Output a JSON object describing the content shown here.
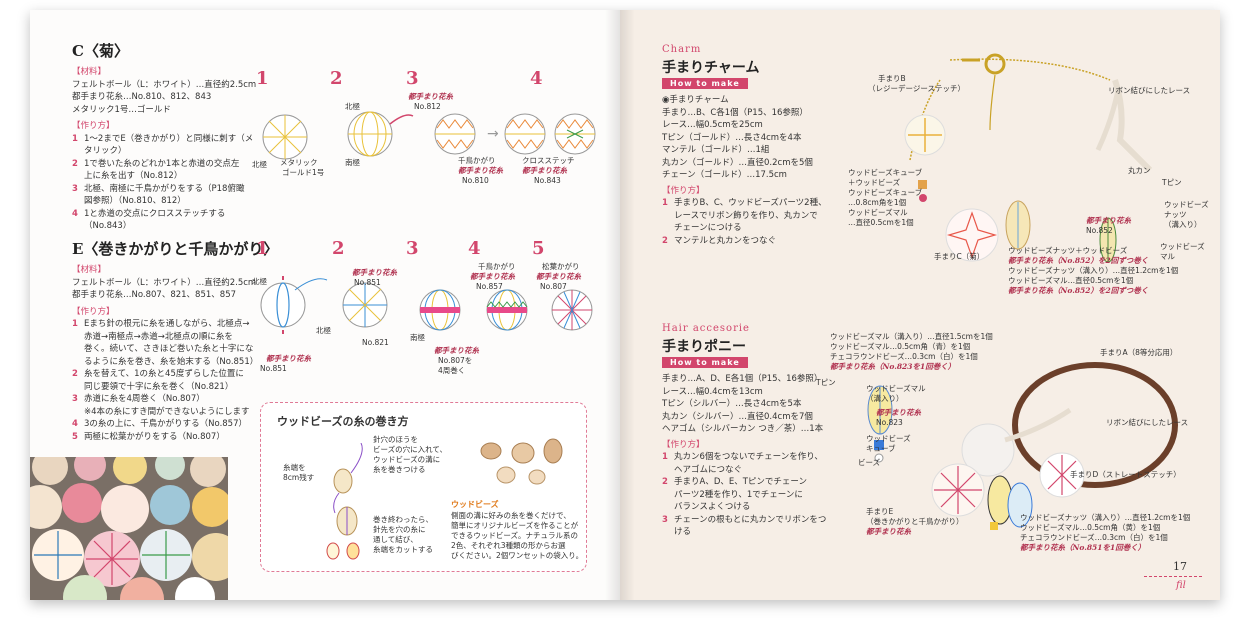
{
  "left": {
    "c": {
      "title": "C〈菊〉",
      "materials_label": "【材料】",
      "materials": [
        "フェルトボール（L：ホワイト）…直径約2.5cm",
        "都手まり花糸…No.810、812、843",
        "メタリック1号…ゴールド"
      ],
      "method_label": "【作り方】",
      "steps": [
        {
          "n": "1",
          "lines": [
            "1〜2までE（巻きかがり）と同様に刺す（メ",
            "タリック）"
          ]
        },
        {
          "n": "2",
          "lines": [
            "1で巻いた糸のどれか1本と赤道の交点左",
            "上に糸を出す（No.812）"
          ]
        },
        {
          "n": "3",
          "lines": [
            "北極、南極に千鳥かがりをする（P18俯瞰",
            "図参照）（No.810、812）"
          ]
        },
        {
          "n": "4",
          "lines": [
            "1と赤道の交点にクロスステッチする",
            "（No.843）"
          ]
        }
      ]
    },
    "e": {
      "title": "E〈巻きかがりと千鳥かがり〉",
      "materials_label": "【材料】",
      "materials": [
        "フェルトボール（L：ホワイト）…直径約2.5cm",
        "都手まり花糸…No.807、821、851、857"
      ],
      "method_label": "【作り方】",
      "steps": [
        {
          "n": "1",
          "lines": [
            "Eまち針の根元に糸を通しながら、北極点→",
            "赤道→南極点→赤道→北極点の順に糸を",
            "巻く。続いて、さきほど巻いた糸と十字にな",
            "るように糸を巻き、糸を始末する（No.851）"
          ]
        },
        {
          "n": "2",
          "lines": [
            "糸を替えて、1の糸と45度ずらした位置に",
            "同じ要領で十字に糸を巻く（No.821）"
          ]
        },
        {
          "n": "3",
          "lines": [
            "赤道に糸を4周巻く（No.807）",
            "※4本の糸にすき間ができないようにします"
          ]
        },
        {
          "n": "4",
          "lines": [
            "3の糸の上に、千鳥かがりする（No.857）"
          ]
        },
        {
          "n": "5",
          "lines": [
            "両極に松葉かがりをする（No.807）"
          ]
        }
      ]
    },
    "diagrams_c": {
      "nums": [
        "1",
        "2",
        "3",
        "4"
      ],
      "labels": [
        "北極",
        "メタリック",
        "ゴールド1号",
        "北極",
        "南極",
        "都手まり花糸",
        "No.812",
        "千鳥かがり",
        "都手まり花糸",
        "No.810",
        "クロスステッチ",
        "都手まり花糸",
        "No.843"
      ]
    },
    "diagrams_e": {
      "nums": [
        "1",
        "2",
        "3",
        "4",
        "5"
      ],
      "labels": [
        "北極",
        "都手まり花糸",
        "No.851",
        "都手まり花糸",
        "No.851",
        "北極",
        "No.821",
        "南極",
        "千鳥かがり",
        "都手まり花糸",
        "No.857",
        "松葉かがり",
        "都手まり花糸",
        "No.807",
        "都手まり花糸",
        "No.807を",
        "4周巻く"
      ]
    },
    "tip": {
      "title": "ウッドビーズの糸の巻き方",
      "note1": [
        "針穴のほうを",
        "ビーズの穴に入れて、",
        "ウッドビーズの溝に",
        "糸を巻きつける"
      ],
      "note2": [
        "糸端を",
        "8cm残す"
      ],
      "note3": [
        "巻き終わったら、",
        "針先を穴の糸に",
        "通して結び、",
        "糸端をカットする"
      ],
      "wood_label": "ウッドビーズ",
      "wood_desc": [
        "側面の溝に好みの糸を巻くだけで、",
        "簡単にオリジナルビーズを作ることが",
        "できるウッドビーズ。ナチュラル系の",
        "2色、それぞれ3種類の形からお選",
        "びください。2個ワンセットの袋入り。"
      ]
    }
  },
  "right": {
    "charm": {
      "eng": "Charm",
      "title": "手まりチャーム",
      "howto": "How to make",
      "lines": [
        "◉手まりチャーム",
        "手まり…B、C各1個（P15、16参照）",
        "レース…幅0.5cmを25cm",
        "Tピン（ゴールド）…長さ4cmを4本",
        "マンテル（ゴールド）…1組",
        "丸カン（ゴールド）…直径0.2cmを5個",
        "チェーン（ゴールド）…17.5cm"
      ],
      "method_label": "【作り方】",
      "steps": [
        {
          "n": "1",
          "lines": [
            "手まりB、C、ウッドビーズパーツ2種、",
            "レースでリボン飾りを作り、丸カンで",
            "チェーンにつける"
          ]
        },
        {
          "n": "2",
          "lines": [
            "マンテルと丸カンをつなぐ"
          ]
        }
      ],
      "labels": {
        "b": [
          "手まりB",
          "（レジーデージーステッチ）"
        ],
        "lace": "リボン結びにしたレース",
        "wb": [
          "ウッドビーズキューブ",
          "＋ウッドビーズ",
          "ウッドビーズキューブ",
          "…0.8cm角を1個",
          "ウッドビーズマル",
          "…直径0.5cmを1個"
        ],
        "ring": "丸カン",
        "tpin": "Tピン",
        "nut": [
          "ウッドビーズ",
          "ナッツ",
          "（溝入り）"
        ],
        "brand": [
          "都手まり花糸",
          "No.852"
        ],
        "maru": [
          "ウッドビーズ",
          "マル"
        ],
        "c": "手まりC（菊）",
        "nut2": [
          "ウッドビーズナッツ＋ウッドビーズ",
          "都手まり花糸（No.852）を2回ずつ巻く",
          "ウッドビーズナッツ（溝入り）…直径1.2cmを1個",
          "ウッドビーズマル…直径0.5cmを1個",
          "都手まり花糸（No.852）を2回ずつ巻く"
        ]
      }
    },
    "hair": {
      "eng": "Hair accesorie",
      "title": "手まりポニー",
      "howto": "How to make",
      "lines": [
        "手まり…A、D、E各1個（P15、16参照）",
        "レース…幅0.4cmを13cm",
        "Tピン（シルバー）…長さ4cmを5本",
        "丸カン（シルバー）…直径0.4cmを7個",
        "ヘアゴム（シルバーカン つき／茶）…1本"
      ],
      "method_label": "【作り方】",
      "steps": [
        {
          "n": "1",
          "lines": [
            "丸カン6個をつないでチェーンを作り、",
            "ヘアゴムにつなぐ"
          ]
        },
        {
          "n": "2",
          "lines": [
            "手まりA、D、E、Tピンでチェーン",
            "パーツ2種を作り、1でチェーンに",
            "バランスよくつける"
          ]
        },
        {
          "n": "3",
          "lines": [
            "チェーンの根もとに丸カンでリボンをつ",
            "ける"
          ]
        }
      ],
      "labels": {
        "top": [
          "ウッドビーズマル（溝入り）…直径1.5cmを1個",
          "ウッドビーズマル…0.5cm角（青）を1個",
          "チェコラウンドビーズ…0.3cm（白）を1個",
          "都手まり花糸（No.823を1回巻く）"
        ],
        "a": "手まりA（8等分応用）",
        "tpin": "Tピン",
        "maru": [
          "ウッドビーズマル",
          "（溝入り）"
        ],
        "brand": [
          "都手まり花糸",
          "No.823"
        ],
        "cube": [
          "ウッドビーズ",
          "キューブ"
        ],
        "beads": "ビーズ",
        "lace": "リボン結びにしたレース",
        "d": "手まりD（ストレートステッチ）",
        "e": [
          "手まりE",
          "（巻きかがりと千鳥かがり）",
          "都手まり花糸"
        ],
        "bottom": [
          "ウッドビーズナッツ（溝入り）…直径1.2cmを1個",
          "ウッドビーズマル…0.5cm角（黄）を1個",
          "チェコラウンドビーズ…0.3cm（白）を1個",
          "都手まり花糸（No.851を1回巻く）"
        ]
      }
    },
    "page_number": "17",
    "footer_mark": "fil"
  },
  "colors": {
    "accent": "#d2466c",
    "page_left": "#fdfcfb",
    "page_right": "#f6eee6",
    "gold": "#c9a227"
  }
}
